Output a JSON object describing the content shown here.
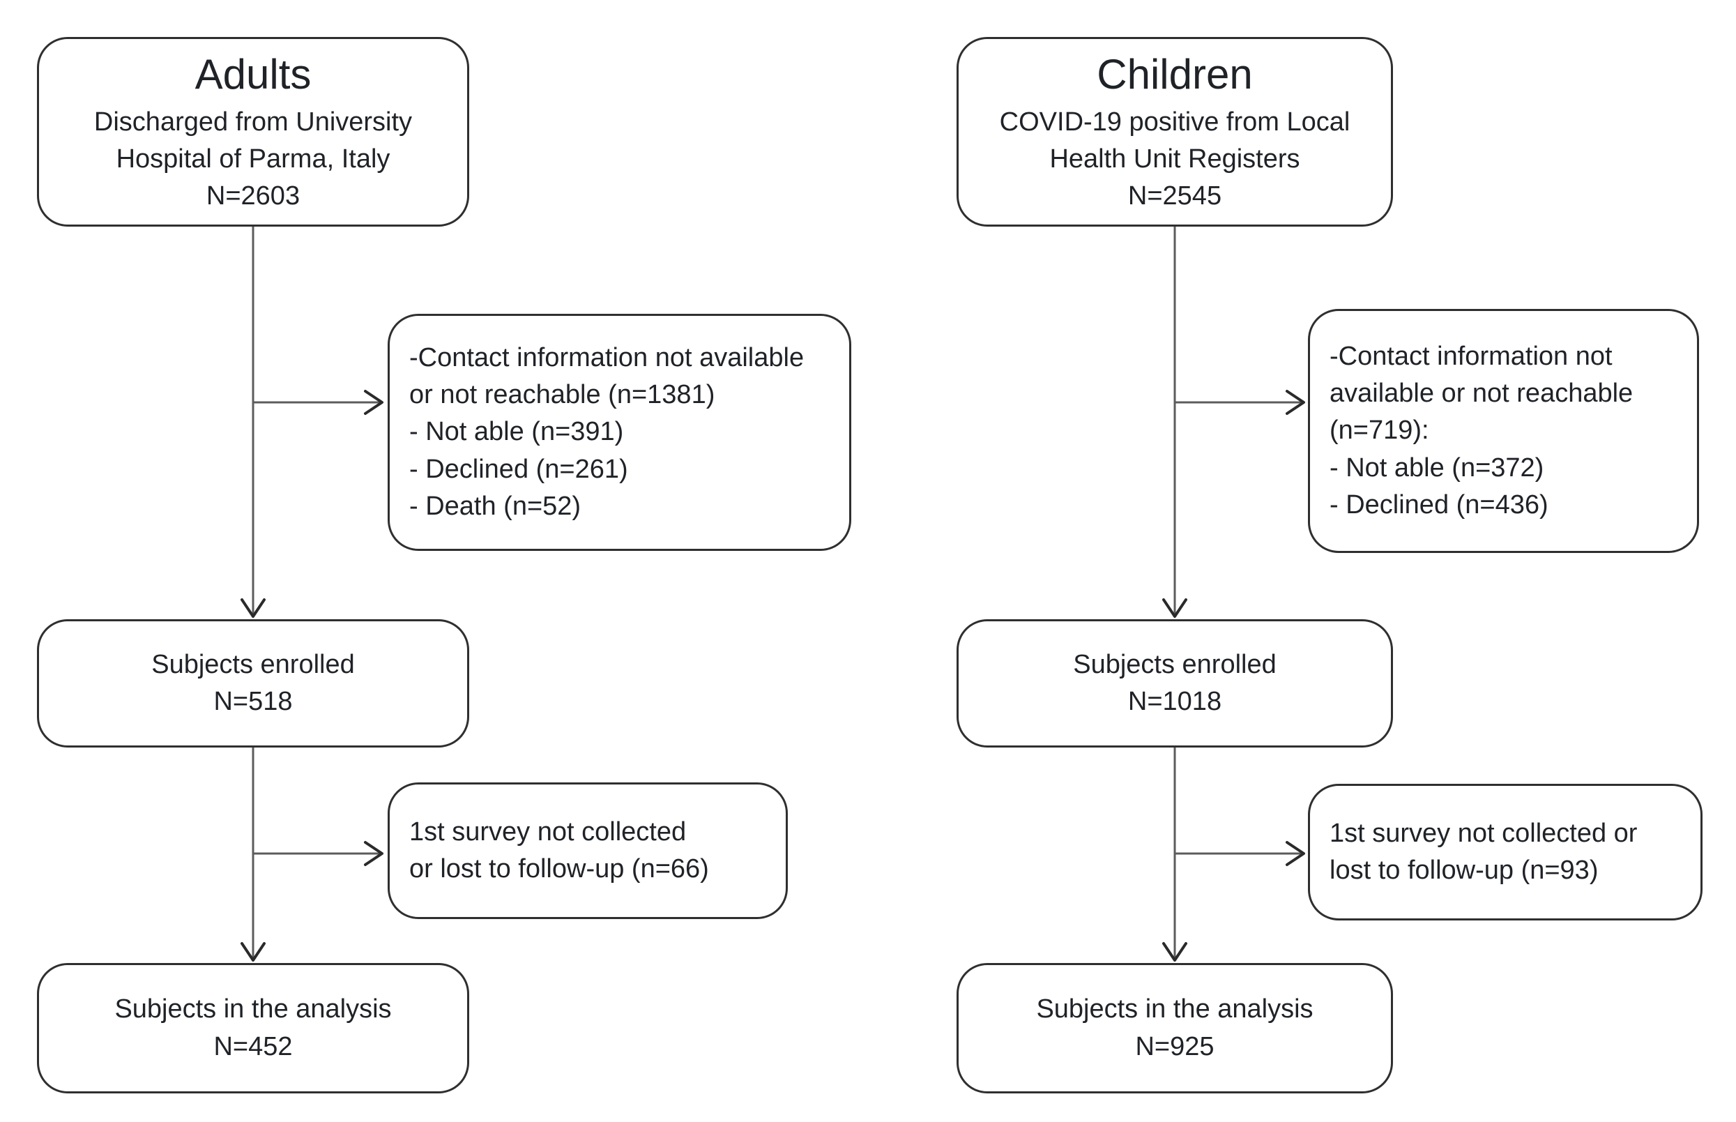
{
  "figure": {
    "type": "study-enrollment-flow-diagram",
    "background_color": "#ffffff",
    "box_border_color": "#2f2f2f",
    "text_color": "#1f2227",
    "connector_color": "#5c5c5c",
    "arms": {
      "adults": {
        "source_title": "Adults",
        "source_line1": "Discharged from University",
        "source_line2": "Hospital of Parma, Italy",
        "source_n": "N=2603",
        "exclusion1_line1": "-Contact information not available",
        "exclusion1_line2": "or not reachable (n=1381)",
        "exclusion1_line3": "- Not able (n=391)",
        "exclusion1_line4": "- Declined (n=261)",
        "exclusion1_line5": "- Death (n=52)",
        "enrolled_line1": "Subjects enrolled",
        "enrolled_n": "N=518",
        "exclusion2_line1": "1st survey not collected",
        "exclusion2_line2": "or lost to follow-up (n=66)",
        "analysis_line1": "Subjects in the analysis",
        "analysis_n": "N=452"
      },
      "children": {
        "source_title": "Children",
        "source_line1": "COVID-19 positive from Local",
        "source_line2": "Health Unit Registers",
        "source_n": "N=2545",
        "exclusion1_line1": "-Contact information not",
        "exclusion1_line2": "available or not reachable",
        "exclusion1_line3": "(n=719):",
        "exclusion1_line4": "- Not able (n=372)",
        "exclusion1_line5": "- Declined  (n=436)",
        "enrolled_line1": "Subjects enrolled",
        "enrolled_n": "N=1018",
        "exclusion2_line1": "1st survey not collected or",
        "exclusion2_line2": "lost to follow-up (n=93)",
        "analysis_line1": "Subjects in the analysis",
        "analysis_n": "N=925"
      }
    }
  }
}
